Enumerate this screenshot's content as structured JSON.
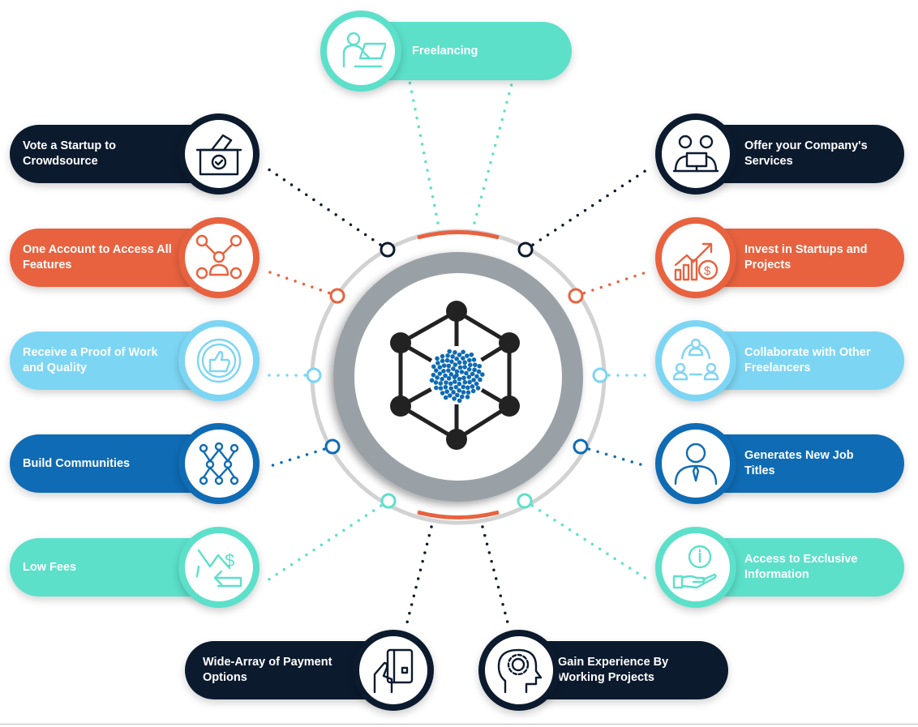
{
  "colors": {
    "navy": "#0c1a2e",
    "orange": "#e8623f",
    "lightblue": "#7dd5f4",
    "blue": "#0f6bb4",
    "teal": "#5ce0ca",
    "ring": "#d2d2d2",
    "disk": "#9aa1a6"
  },
  "top": {
    "label": "Freelancing",
    "color": "teal",
    "icon": "freelancer-laptop-icon"
  },
  "left": [
    {
      "label": "Vote a Startup to Crowdsource",
      "color": "navy",
      "icon": "ballot-box-icon"
    },
    {
      "label": "One Account to Access All Features",
      "color": "orange",
      "icon": "account-network-icon"
    },
    {
      "label": "Receive a Proof of Work and Quality",
      "color": "lightblue",
      "icon": "thumbs-up-badge-icon"
    },
    {
      "label": "Build Communities",
      "color": "blue",
      "icon": "community-icon"
    },
    {
      "label": "Low Fees",
      "color": "teal",
      "icon": "low-fees-icon"
    }
  ],
  "right": [
    {
      "label": "Offer your Company's Services",
      "color": "navy",
      "icon": "company-services-icon"
    },
    {
      "label": "Invest in Startups and Projects",
      "color": "orange",
      "icon": "investment-chart-icon"
    },
    {
      "label": "Collaborate with Other Freelancers",
      "color": "lightblue",
      "icon": "collaboration-icon"
    },
    {
      "label": "Generates New Job Titles",
      "color": "blue",
      "icon": "job-person-icon"
    },
    {
      "label": "Access to Exclusive Information",
      "color": "teal",
      "icon": "information-hand-icon"
    }
  ],
  "bottom": [
    {
      "label": "Wide-Array of Payment Options",
      "color": "navy",
      "icon": "payment-card-icon"
    },
    {
      "label": "Gain Experience By Working Projects",
      "color": "navy",
      "icon": "head-gear-icon"
    }
  ],
  "center": {
    "icon": "network-hexagon-logo-icon"
  }
}
